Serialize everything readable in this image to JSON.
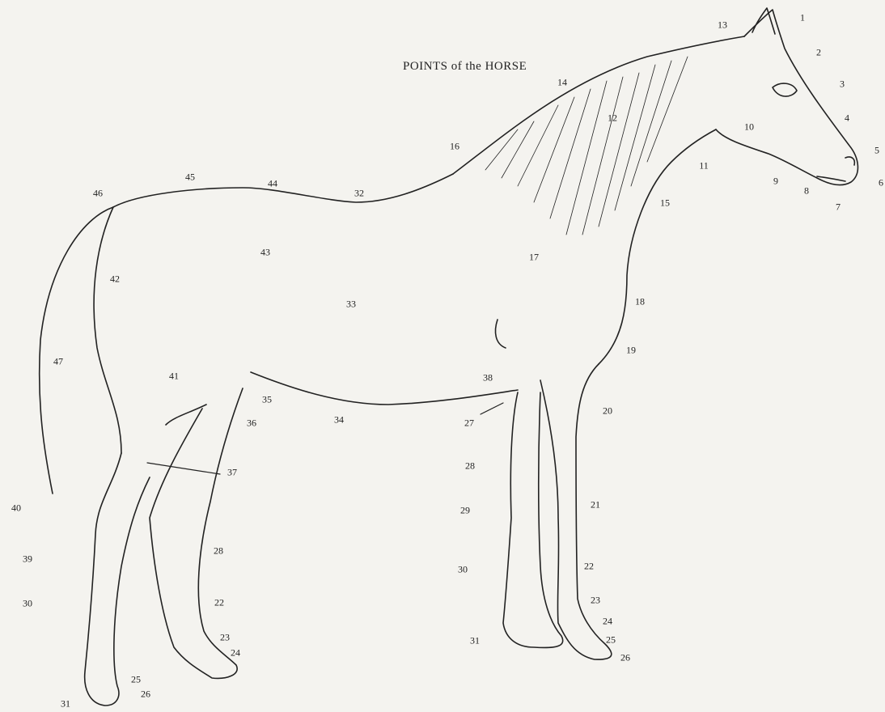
{
  "title": "POINTS of the HORSE",
  "labels": [
    "1",
    "2",
    "3",
    "4",
    "5",
    "6",
    "7",
    "8",
    "9",
    "10",
    "11",
    "12",
    "13",
    "14",
    "15",
    "16",
    "17",
    "18",
    "19",
    "20",
    "21",
    "22",
    "22",
    "23",
    "23",
    "24",
    "24",
    "25",
    "25",
    "26",
    "26",
    "27",
    "28",
    "28",
    "29",
    "30",
    "30",
    "31",
    "31",
    "32",
    "33",
    "34",
    "35",
    "36",
    "37",
    "38",
    "39",
    "40",
    "41",
    "42",
    "43",
    "44",
    "45",
    "46",
    "47"
  ]
}
